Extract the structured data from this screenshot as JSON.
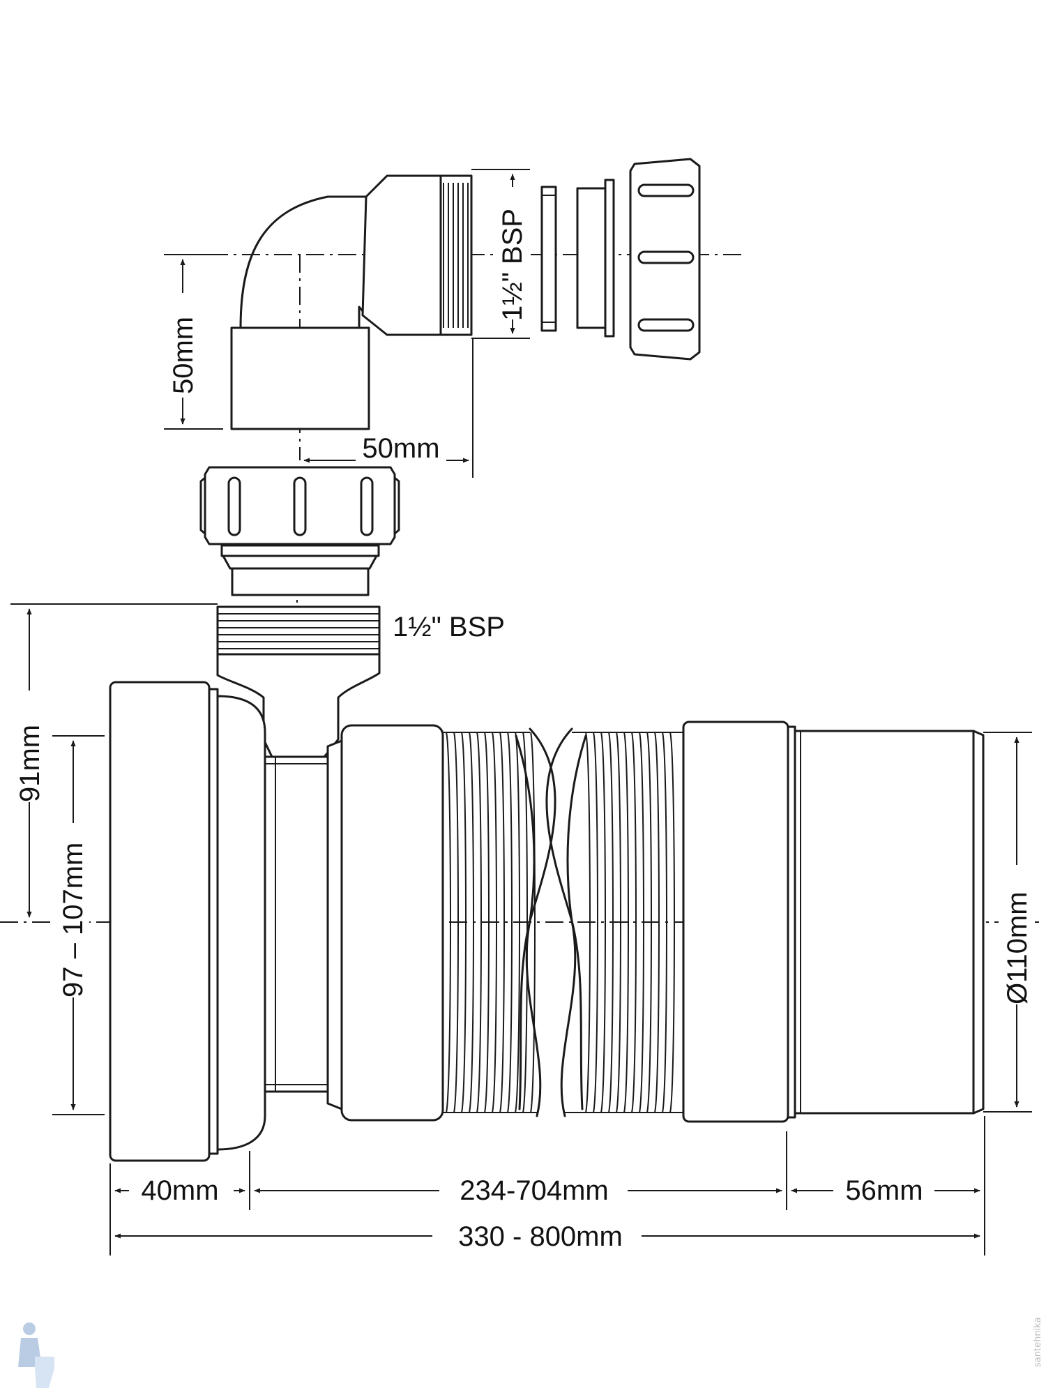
{
  "dimensions": {
    "bsp_top": "1½\" BSP",
    "elbow_drop": "50mm",
    "elbow_offset": "50mm",
    "bsp_thread": "1½\" BSP",
    "center_height": "91mm",
    "socket_range": "97 – 107mm",
    "outlet_diameter": "Ø110mm",
    "socket_length": "40mm",
    "flex_length": "234-704mm",
    "spigot_length": "56mm",
    "overall_length": "330 - 800mm"
  },
  "watermark": "santehnika"
}
